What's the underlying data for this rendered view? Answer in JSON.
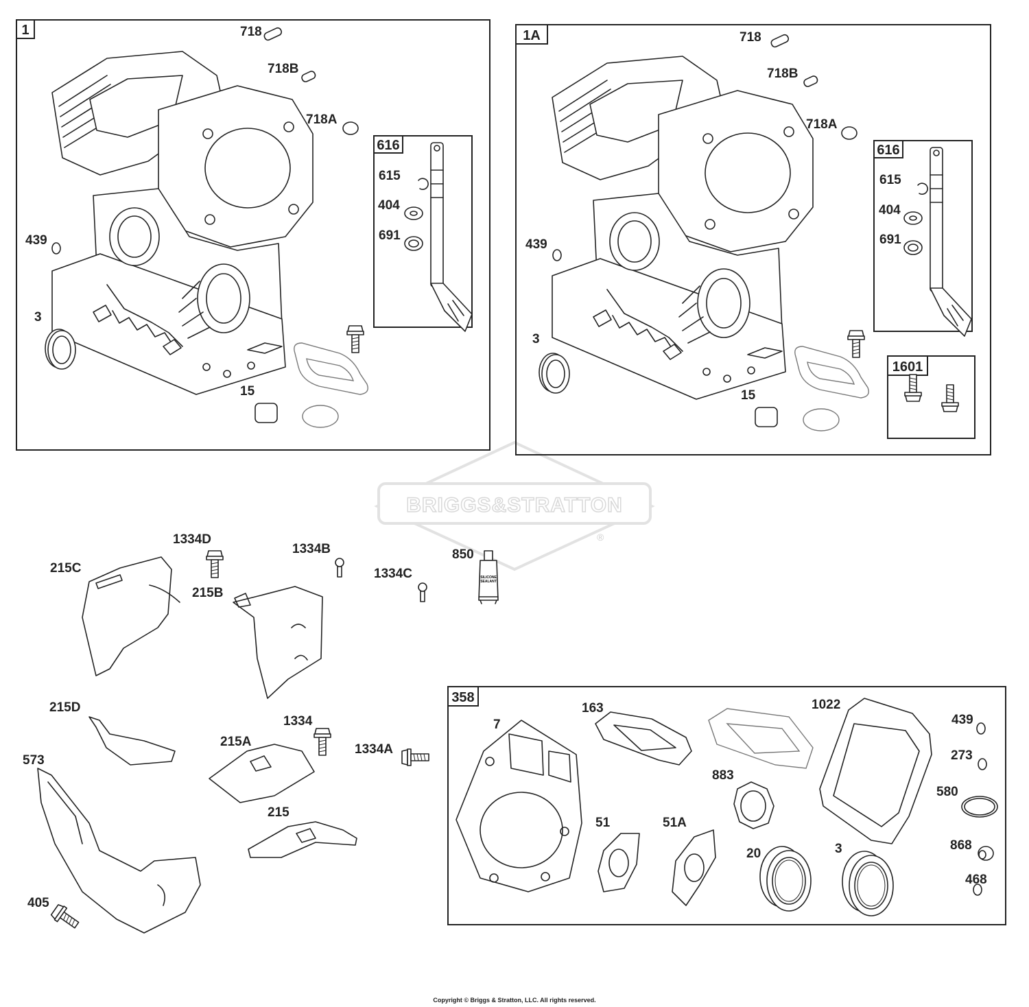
{
  "watermark": {
    "brand": "BRIGGS&STRATTON",
    "registered": "®"
  },
  "copyright": "Copyright © Briggs & Stratton, LLC. All rights reserved.",
  "tube_label": {
    "line1": "SILICONE",
    "line2": "SEALANT"
  },
  "panels": {
    "p1": {
      "tag": "1"
    },
    "p1a": {
      "tag": "1A"
    },
    "p616a": {
      "tag": "616"
    },
    "p616b": {
      "tag": "616"
    },
    "p1601": {
      "tag": "1601"
    },
    "p358": {
      "tag": "358"
    }
  },
  "callouts": {
    "p1_718": "718",
    "p1_718B": "718B",
    "p1_718A": "718A",
    "p1_439": "439",
    "p1_3": "3",
    "p1_15": "15",
    "p1_615": "615",
    "p1_404": "404",
    "p1_691": "691",
    "p1a_718": "718",
    "p1a_718B": "718B",
    "p1a_718A": "718A",
    "p1a_439": "439",
    "p1a_3": "3",
    "p1a_15": "15",
    "p1a_615": "615",
    "p1a_404": "404",
    "p1a_691": "691",
    "l_1334D": "1334D",
    "l_1334B": "1334B",
    "l_1334C": "1334C",
    "l_850": "850",
    "l_215C": "215C",
    "l_215B": "215B",
    "l_215D": "215D",
    "l_1334": "1334",
    "l_215A": "215A",
    "l_1334A": "1334A",
    "l_215": "215",
    "l_573": "573",
    "l_405": "405",
    "g_7": "7",
    "g_163": "163",
    "g_1022": "1022",
    "g_439": "439",
    "g_273": "273",
    "g_580": "580",
    "g_883": "883",
    "g_51": "51",
    "g_51A": "51A",
    "g_20": "20",
    "g_3": "3",
    "g_868": "868",
    "g_468": "468"
  }
}
